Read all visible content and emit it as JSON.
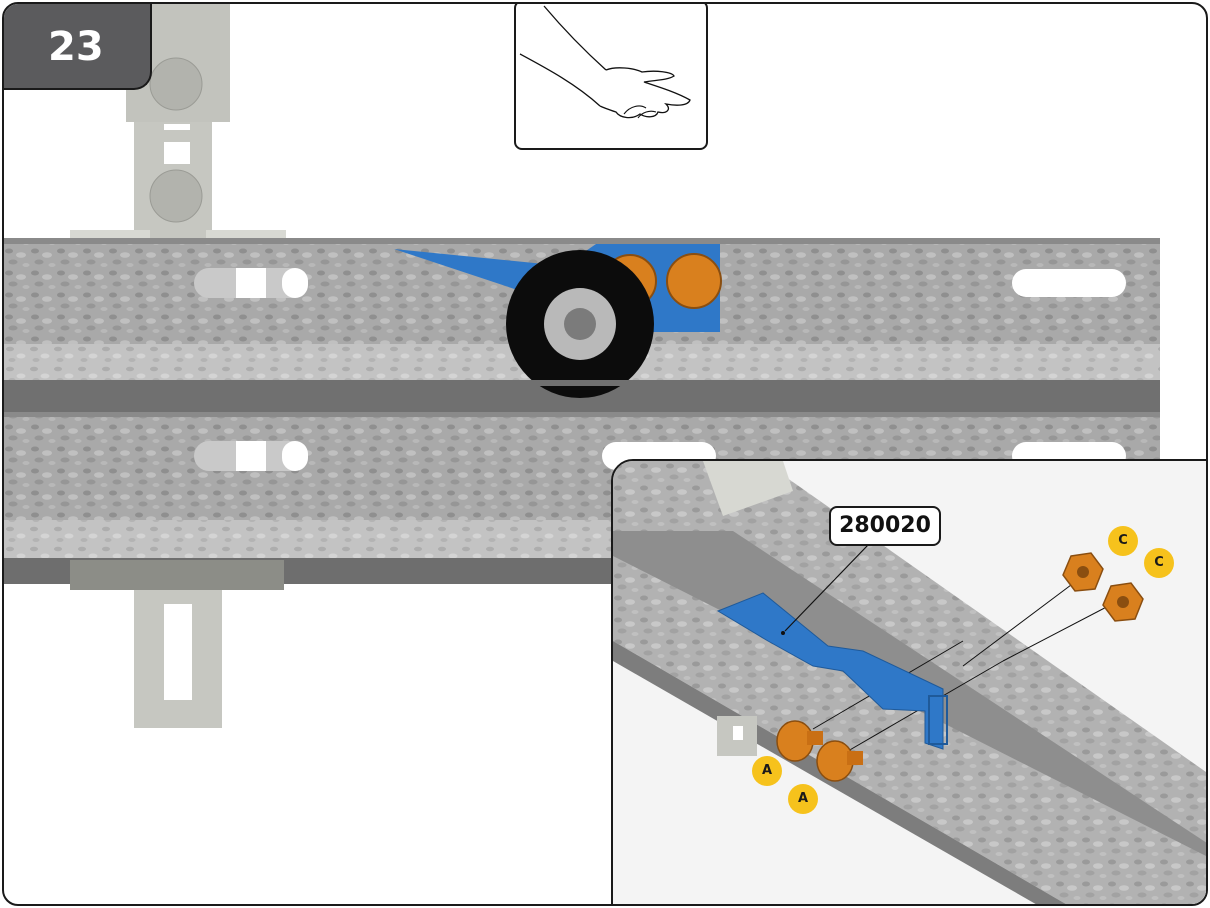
{
  "step": {
    "number": "23"
  },
  "part_callout": {
    "number": "280020"
  },
  "fastener_labels": [
    "A",
    "A",
    "C",
    "C"
  ],
  "colors": {
    "bracket": "#2f78c8",
    "nut": "#d9801e",
    "badge": "#5b5b5d",
    "fastener_badge": "#f6c21c"
  },
  "icons": {
    "hint": "open-hand-icon"
  }
}
